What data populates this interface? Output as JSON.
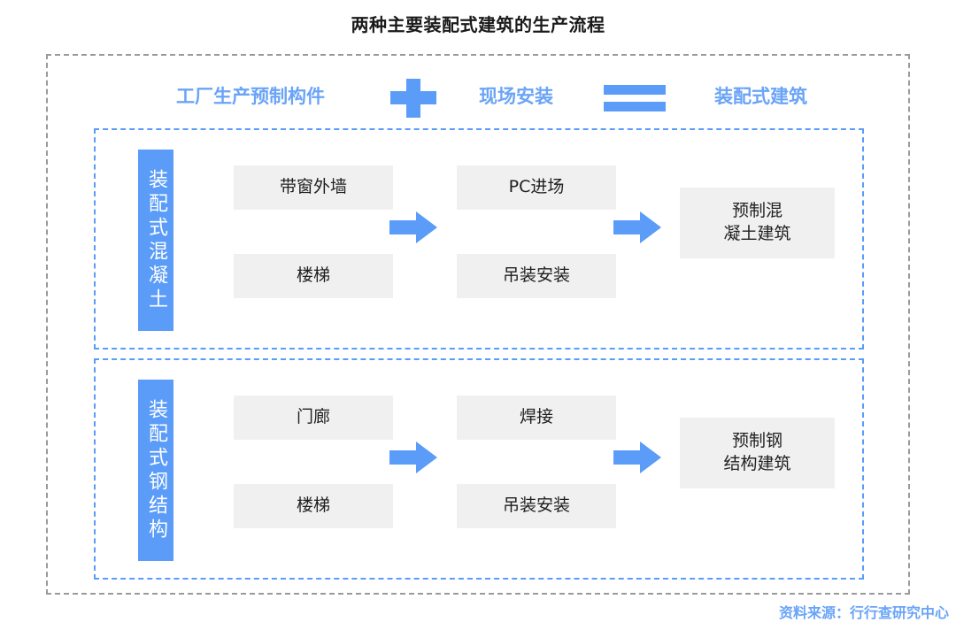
{
  "title": "两种主要装配式建筑的生产流程",
  "equation_header": {
    "factory_label": "工厂生产预制构件",
    "plus_operator": "plus-operator",
    "onsite_label": "现场安装",
    "equals_operator": "equals-operator",
    "result_label": "装配式建筑"
  },
  "rows": [
    {
      "category": "装配式混凝土",
      "factory_items": [
        "带窗外墙",
        "楼梯"
      ],
      "onsite_items": [
        "PC进场",
        "吊装安装"
      ],
      "result": "预制混凝土建筑",
      "result_line1": "预制混",
      "result_line2": "凝土建筑"
    },
    {
      "category": "装配式钢结构",
      "factory_items": [
        "门廊",
        "楼梯"
      ],
      "onsite_items": [
        "焊接",
        "吊装安装"
      ],
      "result": "预制钢结构建筑",
      "result_line1": "预制钢",
      "result_line2": "结构建筑"
    }
  ],
  "source": "资料来源：行行查研究中心",
  "colors": {
    "accent_blue": "#5a9cf8",
    "header_blue": "#6aa4f7",
    "box_gray": "#f0f0f0",
    "frame_gray": "#9a9a9a",
    "text_dark": "#1a1a1a"
  }
}
